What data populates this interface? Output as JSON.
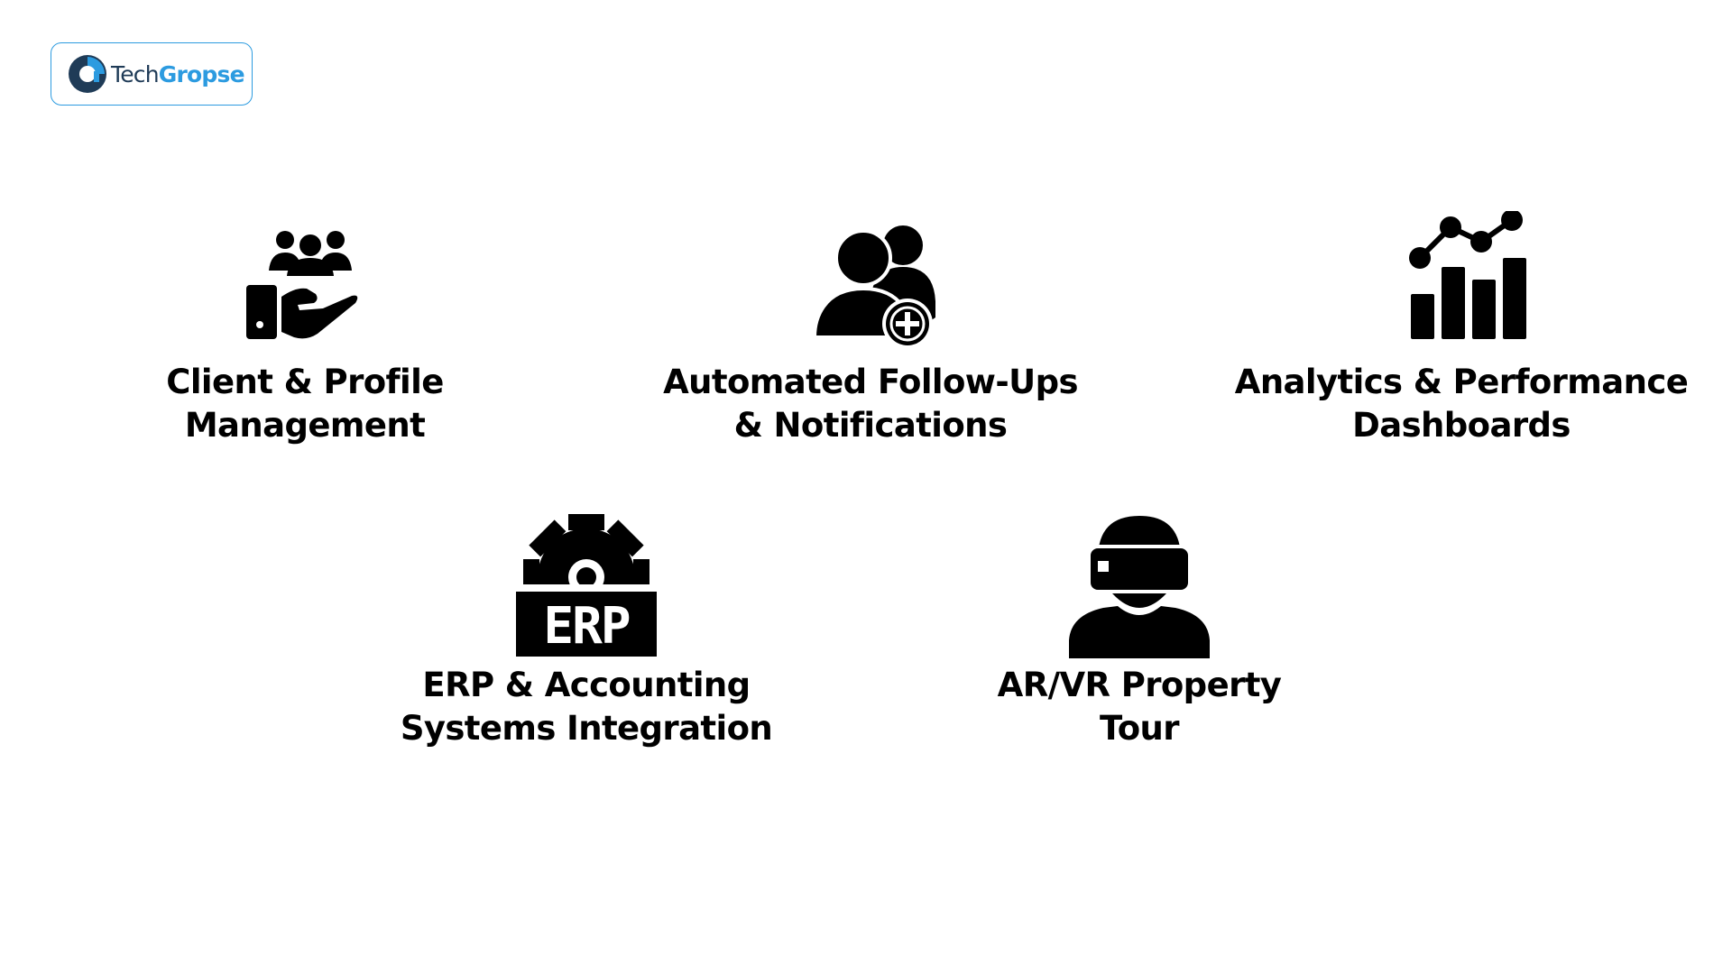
{
  "brand": {
    "name_part1": "Tech",
    "name_part2": "Gropse",
    "logo_icon": "g-logo-icon",
    "accent_color": "#2c9be0",
    "dark_color": "#1f3b57"
  },
  "features": {
    "client": {
      "icon": "hand-holding-people-icon",
      "line1": "Client & Profile",
      "line2": "Management"
    },
    "follow": {
      "icon": "users-add-icon",
      "line1": "Automated Follow-Ups",
      "line2": "& Notifications"
    },
    "analytics": {
      "icon": "bar-line-chart-icon",
      "line1": "Analytics & Performance",
      "line2": "Dashboards"
    },
    "erp": {
      "icon": "erp-gear-icon",
      "icon_text": "ERP",
      "line1": "ERP & Accounting",
      "line2": "Systems Integration"
    },
    "arvr": {
      "icon": "vr-headset-user-icon",
      "line1": "AR/VR Property",
      "line2": "Tour"
    }
  }
}
